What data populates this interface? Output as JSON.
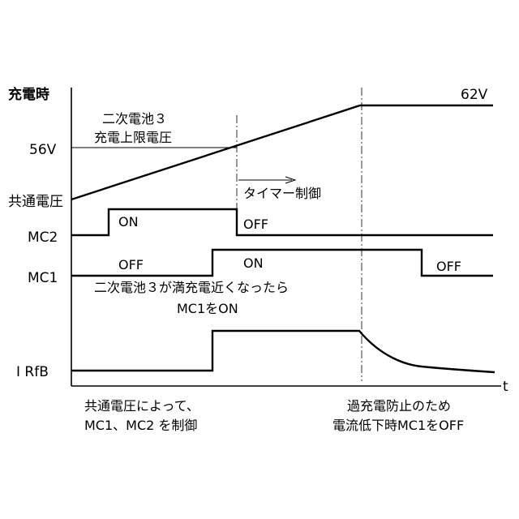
{
  "labels": {
    "charging": "充電時",
    "v56": "56V",
    "common_voltage": "共通電圧",
    "mc2": "MC2",
    "mc1": "MC1",
    "irfb": "I RfB",
    "v62": "62V",
    "t": "t"
  },
  "annotations": {
    "battery_upper_line1": "二次電池３",
    "battery_upper_line2": "充電上限電圧",
    "timer_control": "タイマー制御",
    "mc2_on": "ON",
    "mc2_off": "OFF",
    "mc1_off_before": "OFF",
    "mc1_on": "ON",
    "mc1_off_after": "OFF",
    "full_charge_line1": "二次電池３が満充電近くなったら",
    "full_charge_line2": "MC1をON",
    "bottom_left_line1": "共通電圧によって、",
    "bottom_left_line2": "MC1、MC2 を制御",
    "bottom_right_line1": "過充電防止のため",
    "bottom_right_line2": "電流低下時MC1をOFF"
  }
}
